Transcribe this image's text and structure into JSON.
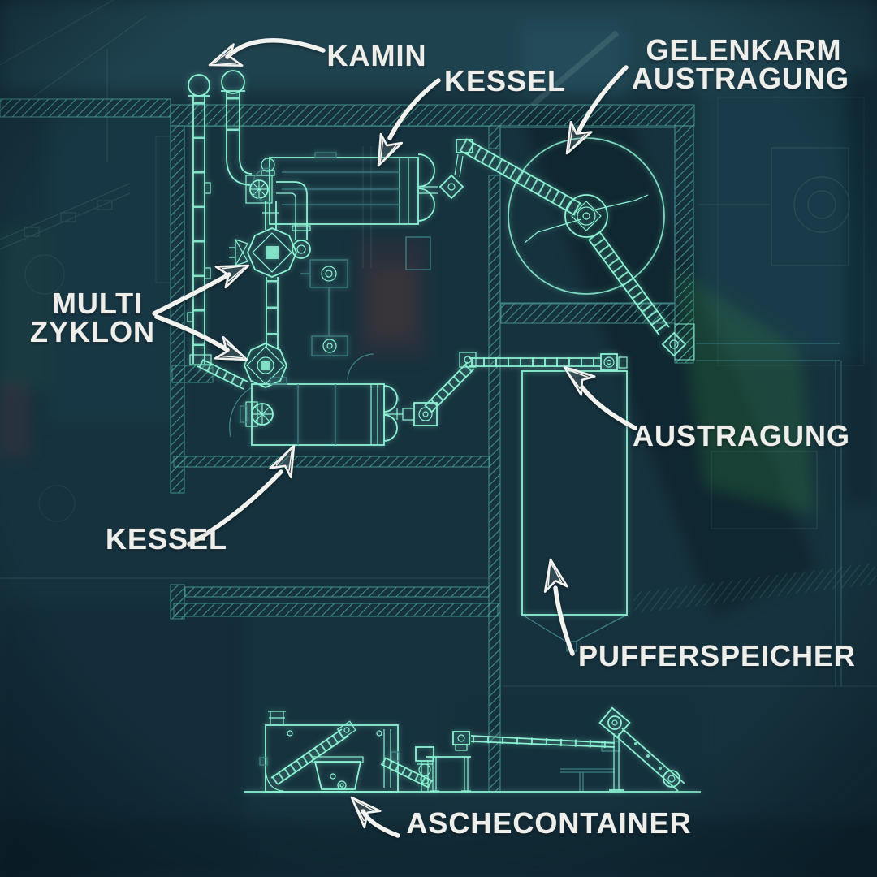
{
  "title": "Biomass heating plant blueprint infographic",
  "colors": {
    "background": "#16323e",
    "line_bright": "#8df2d3",
    "line_dim": "#4da69a",
    "line_faint": "#3f8187",
    "label_text": "#eeeeea",
    "arrow": "#f2f2ef",
    "photo_green": "#2f7c3e"
  },
  "labels": {
    "kamin": "KAMIN",
    "kessel_top": "KESSEL",
    "gelenkarm_line1": "GELENKARM",
    "gelenkarm_line2": "AUSTRAGUNG",
    "multizyklon_line1": "MULTI",
    "multizyklon_line2": "ZYKLON",
    "austragung": "AUSTRAGUNG",
    "kessel_bottom": "KESSEL",
    "pufferspeicher": "PUFFERSPEICHER",
    "aschecontainer": "ASCHECONTAINER"
  }
}
